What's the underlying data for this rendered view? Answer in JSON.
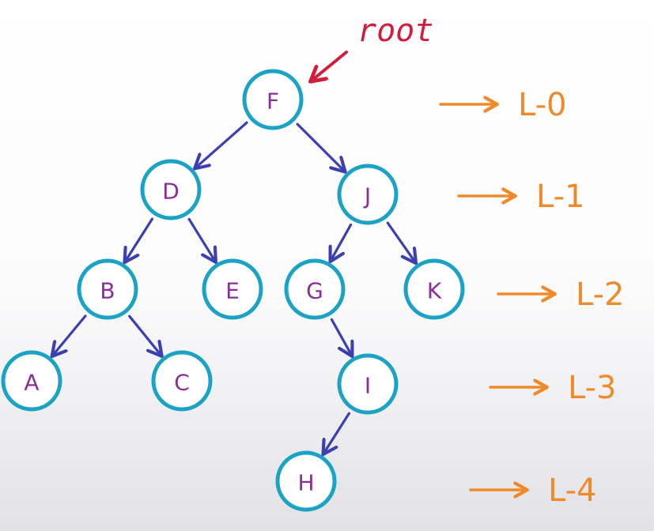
{
  "root_label": "root",
  "nodes": [
    {
      "id": "F",
      "label": "F"
    },
    {
      "id": "D",
      "label": "D"
    },
    {
      "id": "J",
      "label": "J"
    },
    {
      "id": "B",
      "label": "B"
    },
    {
      "id": "E",
      "label": "E"
    },
    {
      "id": "G",
      "label": "G"
    },
    {
      "id": "K",
      "label": "K"
    },
    {
      "id": "A",
      "label": "A"
    },
    {
      "id": "C",
      "label": "C"
    },
    {
      "id": "I",
      "label": "I"
    },
    {
      "id": "H",
      "label": "H"
    }
  ],
  "edges": [
    {
      "from": "F",
      "to": "D"
    },
    {
      "from": "F",
      "to": "J"
    },
    {
      "from": "D",
      "to": "B"
    },
    {
      "from": "D",
      "to": "E"
    },
    {
      "from": "J",
      "to": "G"
    },
    {
      "from": "J",
      "to": "K"
    },
    {
      "from": "B",
      "to": "A"
    },
    {
      "from": "B",
      "to": "C"
    },
    {
      "from": "G",
      "to": "I"
    },
    {
      "from": "I",
      "to": "H"
    }
  ],
  "levels": [
    {
      "label": "L-0"
    },
    {
      "label": "L-1"
    },
    {
      "label": "L-2"
    },
    {
      "label": "L-3"
    },
    {
      "label": "L-4"
    }
  ],
  "colors": {
    "node_border": "#1ba3c6",
    "node_text": "#8a2e9a",
    "edge": "#3b3fb0",
    "root": "#d21e3c",
    "level": "#ee8a2a"
  }
}
